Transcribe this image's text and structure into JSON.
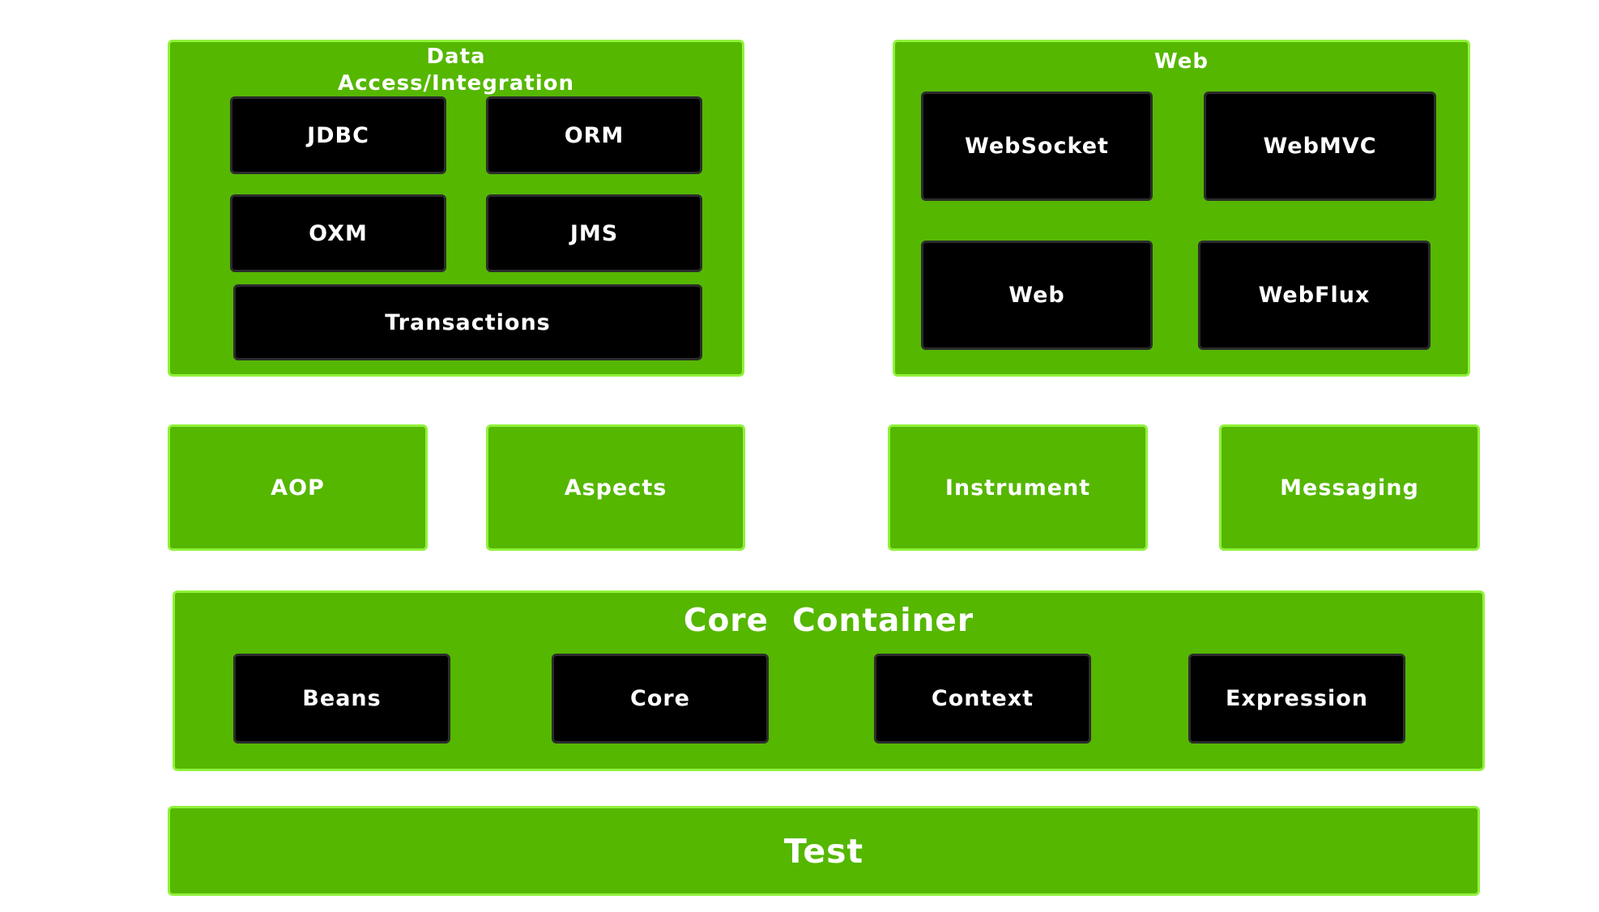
{
  "colors": {
    "panel_green": "#55b700",
    "panel_border": "#8ff23a",
    "module_black": "#000000",
    "text": "#ffffff",
    "background": "#ffffff"
  },
  "data_access": {
    "title": "Data\nAccess/Integration",
    "modules": [
      "JDBC",
      "ORM",
      "OXM",
      "JMS",
      "Transactions"
    ]
  },
  "web": {
    "title": "Web",
    "modules": [
      "WebSocket",
      "WebMVC",
      "Web",
      "WebFlux"
    ]
  },
  "middle": [
    "AOP",
    "Aspects",
    "Instrument",
    "Messaging"
  ],
  "core_container": {
    "title": "Core  Container",
    "modules": [
      "Beans",
      "Core",
      "Context",
      "Expression"
    ]
  },
  "test": {
    "title": "Test"
  }
}
